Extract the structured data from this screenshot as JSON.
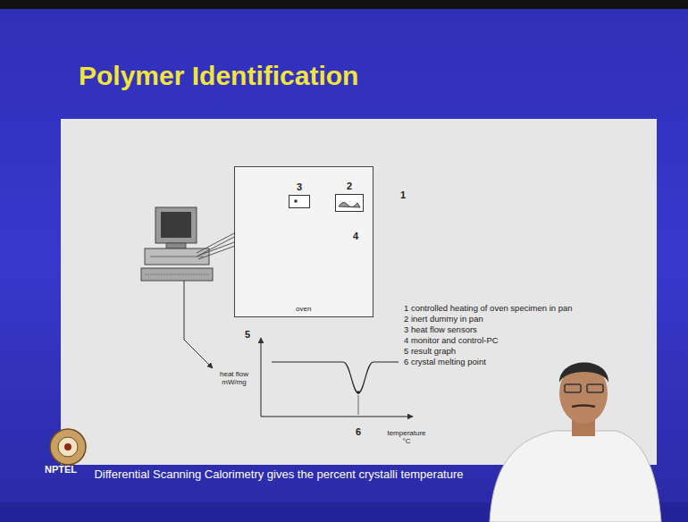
{
  "diagram": {
    "title": "Polymer Identification",
    "caption": "Differential Scanning Calorimetry gives the percent crystalli temperature",
    "nodes": [
      {
        "text": [
          "oven"
        ]
      },
      {
        "text": [
          "3"
        ],
        "in": 0
      },
      {
        "text": [
          "2"
        ],
        "in": 0
      }
    ],
    "labels": [
      "1",
      "4",
      "5",
      "heat flow mW/mg",
      "6",
      "temperature °C",
      "1 controlled heating of oven specimen in pan",
      "2 inert dummy in pan",
      "3 heat flow sensors",
      "4 monitor and control-PC",
      "5 result graph",
      "6 crystal melting point",
      "NPTEL"
    ]
  }
}
